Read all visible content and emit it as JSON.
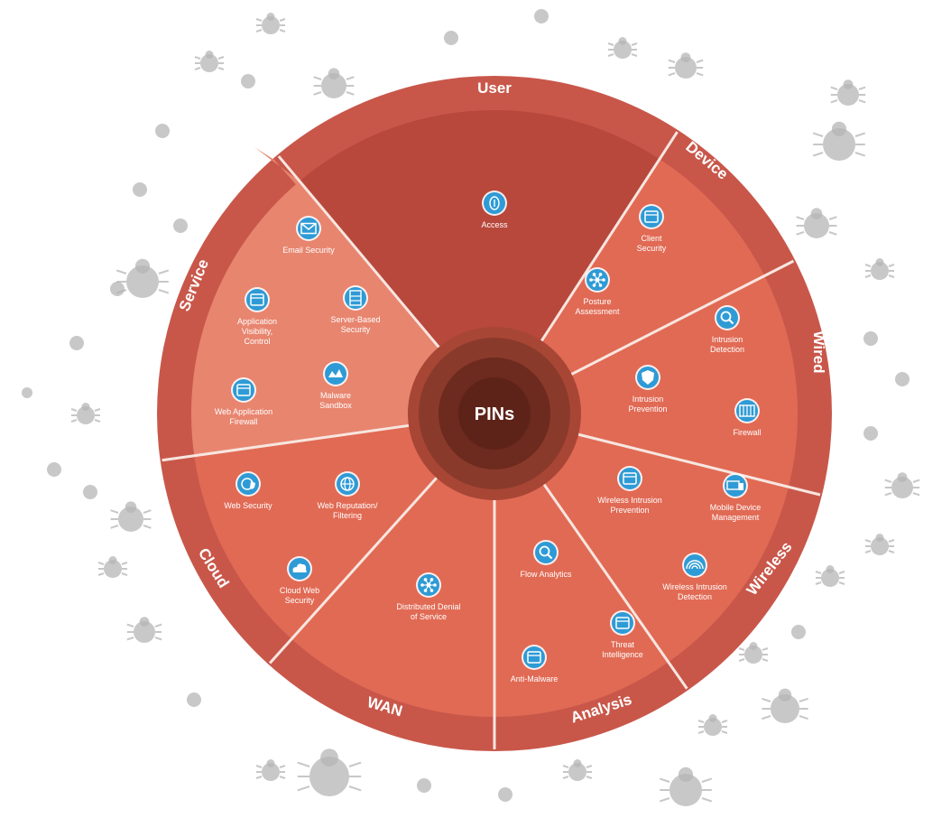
{
  "diagram": {
    "center_label": "PINs",
    "segments": [
      {
        "id": "user",
        "label": "User"
      },
      {
        "id": "device",
        "label": "Device"
      },
      {
        "id": "wired",
        "label": "Wired"
      },
      {
        "id": "wireless",
        "label": "Wireless"
      },
      {
        "id": "analysis",
        "label": "Analysis"
      },
      {
        "id": "wan",
        "label": "WAN"
      },
      {
        "id": "cloud",
        "label": "Cloud"
      },
      {
        "id": "service",
        "label": "Service"
      }
    ],
    "items": [
      {
        "label": [
          "Access"
        ],
        "icon": "fingerprint-icon",
        "segment": "user"
      },
      {
        "label": [
          "Client",
          "Security"
        ],
        "icon": "client-security-icon",
        "segment": "device"
      },
      {
        "label": [
          "Posture",
          "Assessment"
        ],
        "icon": "network-nodes-icon",
        "segment": "device"
      },
      {
        "label": [
          "Intrusion",
          "Detection"
        ],
        "icon": "magnifier-icon",
        "segment": "wired"
      },
      {
        "label": [
          "Intrusion",
          "Prevention"
        ],
        "icon": "shield-icon",
        "segment": "wired"
      },
      {
        "label": [
          "Firewall"
        ],
        "icon": "firewall-icon",
        "segment": "wired"
      },
      {
        "label": [
          "Wireless Intrusion",
          "Prevention"
        ],
        "icon": "wireless-document-icon",
        "segment": "wireless"
      },
      {
        "label": [
          "Mobile Device",
          "Management"
        ],
        "icon": "mobile-device-icon",
        "segment": "wireless"
      },
      {
        "label": [
          "Wireless Intrusion",
          "Detection"
        ],
        "icon": "wifi-signal-icon",
        "segment": "wireless"
      },
      {
        "label": [
          "Flow Analytics"
        ],
        "icon": "magnifier-icon",
        "segment": "analysis"
      },
      {
        "label": [
          "Threat",
          "Intelligence"
        ],
        "icon": "threat-screen-icon",
        "segment": "analysis"
      },
      {
        "label": [
          "Anti-Malware"
        ],
        "icon": "anti-malware-icon",
        "segment": "analysis"
      },
      {
        "label": [
          "Distributed Denial",
          "of Service"
        ],
        "icon": "ddos-icon",
        "segment": "wan"
      },
      {
        "label": [
          "Web Security"
        ],
        "icon": "web-security-icon",
        "segment": "cloud"
      },
      {
        "label": [
          "Web Reputation/",
          "Filtering"
        ],
        "icon": "globe-icon",
        "segment": "cloud"
      },
      {
        "label": [
          "Cloud Web",
          "Security"
        ],
        "icon": "cloud-icon",
        "segment": "cloud"
      },
      {
        "label": [
          "Email Security"
        ],
        "icon": "email-icon",
        "segment": "service"
      },
      {
        "label": [
          "Application",
          "Visibility,",
          "Control"
        ],
        "icon": "application-icon",
        "segment": "service"
      },
      {
        "label": [
          "Server-Based",
          "Security"
        ],
        "icon": "server-icon",
        "segment": "service"
      },
      {
        "label": [
          "Web Application",
          "Firewall"
        ],
        "icon": "web-firewall-icon",
        "segment": "service"
      },
      {
        "label": [
          "Malware",
          "Sandbox"
        ],
        "icon": "sandbox-icon",
        "segment": "service"
      }
    ],
    "colors": {
      "outer_band": "#c8574a",
      "slice": "#e16a54",
      "service_slice": "#e8856f",
      "user_slice": "#b8483c",
      "hub_dark": "#5e2318",
      "hub_ring": "#8a3a2b",
      "icon_blue": "#2f9bd6",
      "divider": "#f7e6e0",
      "bug_gray": "#b5b5b5"
    }
  }
}
